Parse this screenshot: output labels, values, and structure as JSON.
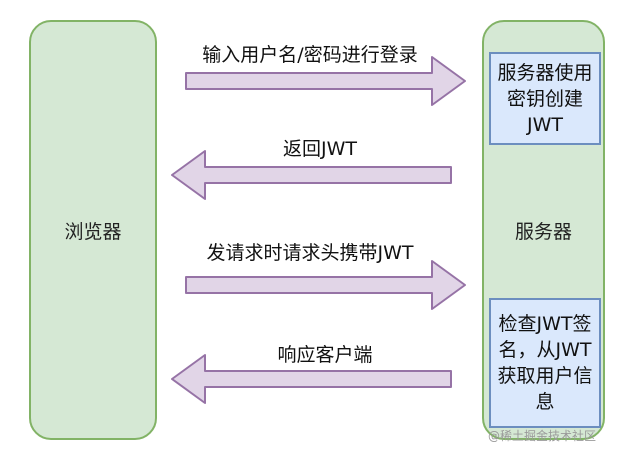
{
  "browser": {
    "label": "浏览器"
  },
  "server": {
    "label": "服务器",
    "note_top": "服务器使用密钥创建JWT",
    "note_bottom": "检查JWT签名，从JWT获取用户信息"
  },
  "arrows": [
    {
      "label": "输入用户名/密码进行登录",
      "direction": "right"
    },
    {
      "label": "返回JWT",
      "direction": "left"
    },
    {
      "label": "发请求时请求头携带JWT",
      "direction": "right"
    },
    {
      "label": "响应客户端",
      "direction": "left"
    }
  ],
  "colors": {
    "pillar_fill": "#d5e8d4",
    "pillar_border": "#82b366",
    "note_fill": "#dae8fc",
    "note_border": "#6c8ebf",
    "arrow_fill": "#e1d5e7",
    "arrow_border": "#9673a6"
  },
  "watermark": "@稀土掘金技术社区"
}
